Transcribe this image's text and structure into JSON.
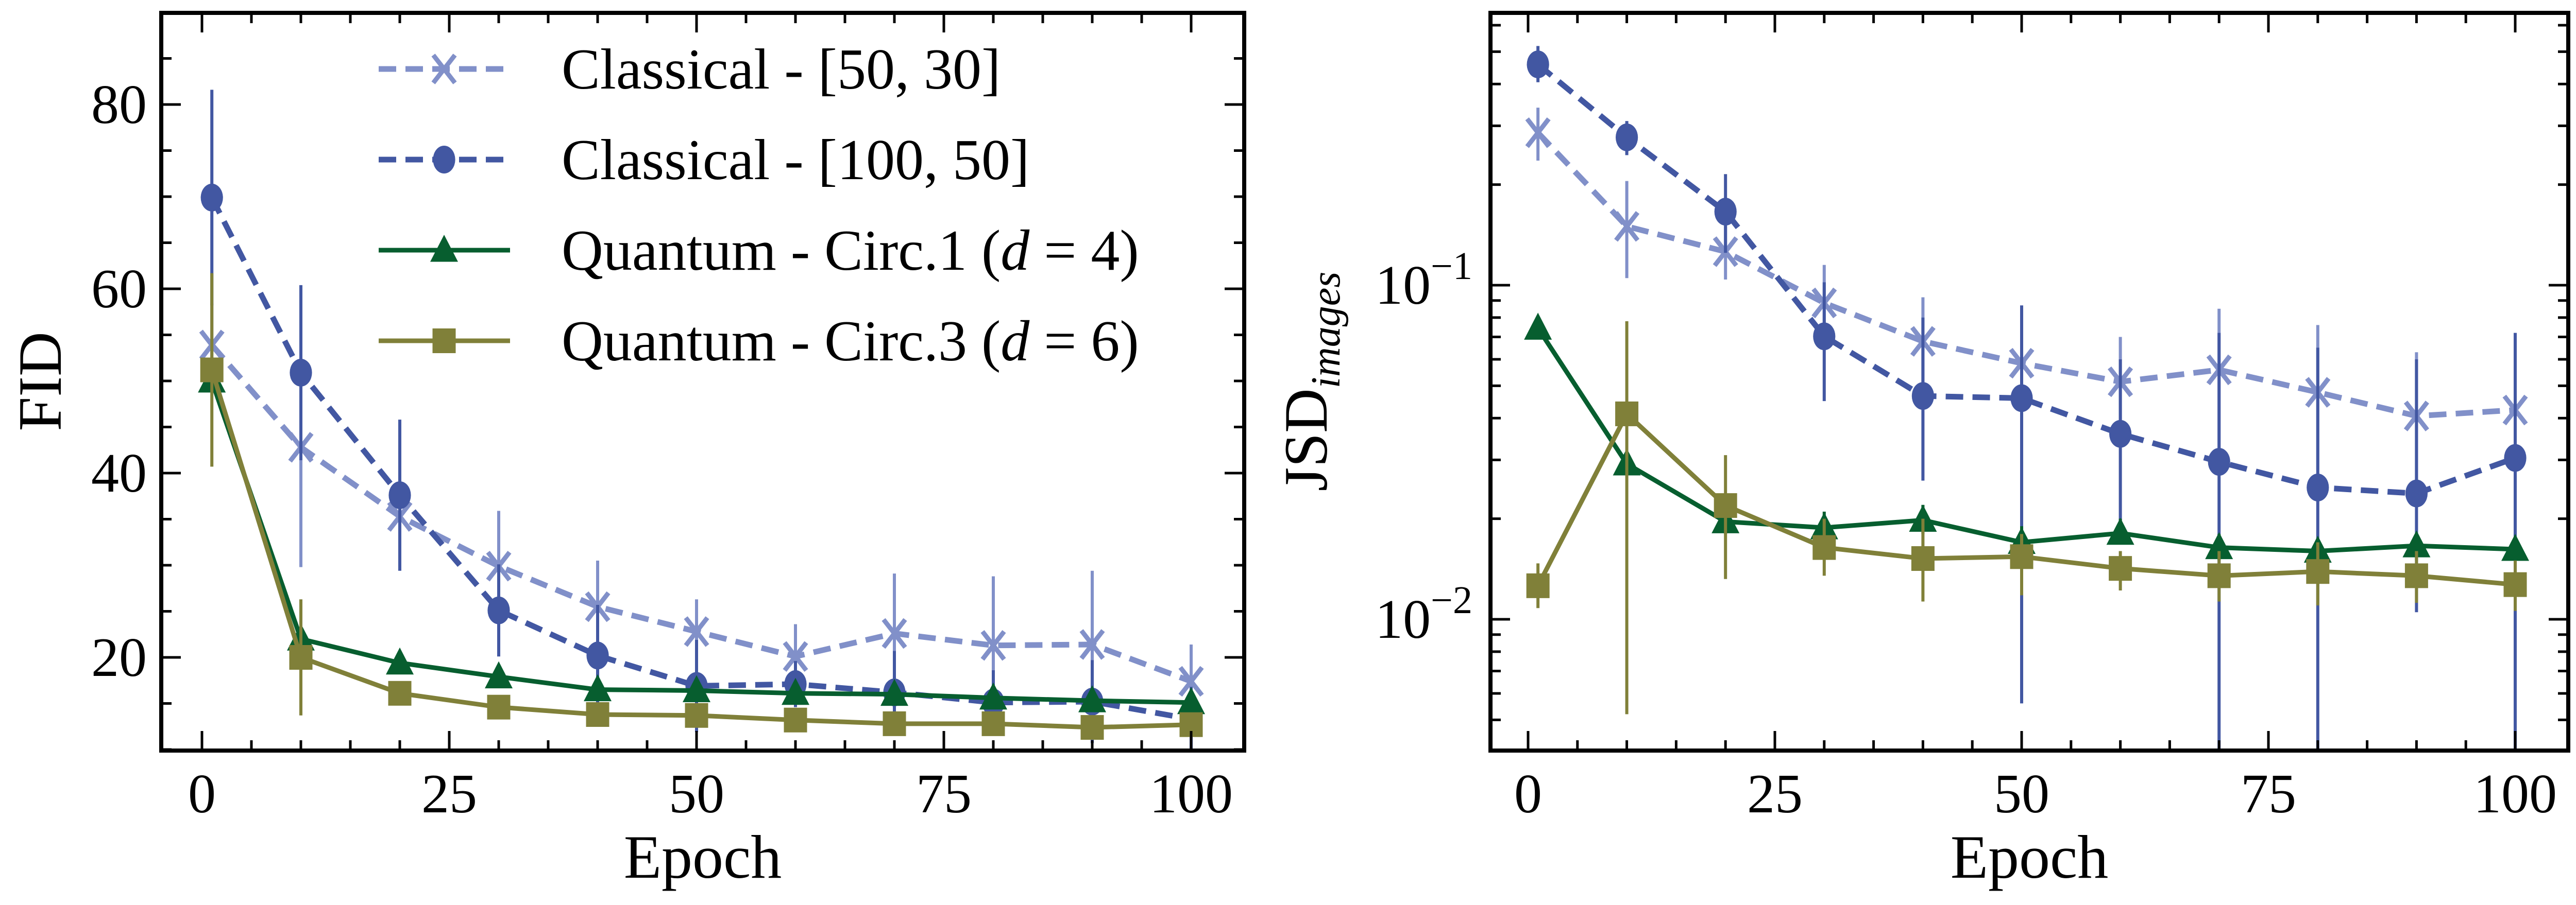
{
  "figure": {
    "left_panel": {
      "ylabel": "FID",
      "xlabel": "Epoch"
    },
    "right_panel": {
      "ylabel_main": "JSD",
      "ylabel_sub": "images",
      "xlabel": "Epoch"
    }
  },
  "legend": [
    {
      "label_prefix": "Classical - [50, 30]",
      "label_italic": "",
      "label_suffix": "",
      "color": "#8190C9",
      "dashed": true,
      "marker": "x"
    },
    {
      "label_prefix": "Classical - [100, 50]",
      "label_italic": "",
      "label_suffix": "",
      "color": "#4257A2",
      "dashed": true,
      "marker": "circle"
    },
    {
      "label_prefix": "Quantum - Circ.1 (",
      "label_italic": "d",
      "label_suffix": " = 4)",
      "color": "#075E2F",
      "dashed": false,
      "marker": "triangle"
    },
    {
      "label_prefix": "Quantum - Circ.3 (",
      "label_italic": "d",
      "label_suffix": " = 6)",
      "color": "#808039",
      "dashed": false,
      "marker": "square"
    }
  ],
  "chart_data": [
    {
      "type": "line",
      "title": "",
      "xlabel": "Epoch",
      "ylabel": "FID",
      "yscale": "linear",
      "xlim": [
        -4,
        105
      ],
      "ylim": [
        10,
        90
      ],
      "xticks": [
        0,
        25,
        50,
        75,
        100
      ],
      "yticks": [
        20,
        40,
        60,
        80
      ],
      "grid": false,
      "legend_position": "upper right",
      "x": [
        1,
        10,
        20,
        30,
        40,
        50,
        60,
        70,
        80,
        90,
        100
      ],
      "series": [
        {
          "name": "Classical - [50, 30]",
          "color": "#8190C9",
          "linestyle": "dashed",
          "marker": "x",
          "values": [
            53.9,
            42.8,
            35.3,
            29.9,
            25.5,
            22.8,
            20.1,
            22.6,
            21.3,
            21.4,
            17.4
          ],
          "err": [
            4.5,
            13.0,
            5.5,
            6.0,
            5.0,
            3.5,
            3.5,
            6.5,
            7.5,
            8.0,
            4.0
          ]
        },
        {
          "name": "Classical - [100, 50]",
          "color": "#4257A2",
          "linestyle": "dashed",
          "marker": "circle",
          "values": [
            69.9,
            50.9,
            37.6,
            25.1,
            20.2,
            16.9,
            17.1,
            16.2,
            15.1,
            15.2,
            13.3
          ],
          "err": [
            11.7,
            9.5,
            8.2,
            5.0,
            5.5,
            5.0,
            2.5,
            4.5,
            3.5,
            4.5,
            3.5
          ]
        },
        {
          "name": "Quantum - Circ.1 (d = 4)",
          "color": "#075E2F",
          "linestyle": "solid",
          "marker": "triangle",
          "values": [
            50.0,
            22.0,
            19.4,
            17.9,
            16.5,
            16.4,
            16.1,
            16.0,
            15.6,
            15.3,
            15.1
          ],
          "err": [
            1.0,
            1.0,
            0.8,
            0.8,
            0.8,
            0.8,
            0.8,
            0.8,
            0.8,
            0.8,
            0.8
          ]
        },
        {
          "name": "Quantum - Circ.3 (d = 6)",
          "color": "#808039",
          "linestyle": "solid",
          "marker": "square",
          "values": [
            51.2,
            20.0,
            16.1,
            14.6,
            13.8,
            13.7,
            13.2,
            12.8,
            12.8,
            12.4,
            12.7
          ],
          "err": [
            10.5,
            6.3,
            0.8,
            0.8,
            0.8,
            0.8,
            0.8,
            0.8,
            0.8,
            0.8,
            0.8
          ]
        }
      ]
    },
    {
      "type": "line",
      "title": "",
      "xlabel": "Epoch",
      "ylabel": "JSD_images",
      "yscale": "log",
      "xlim": [
        -4,
        105
      ],
      "ylim": [
        0.0041,
        0.65
      ],
      "xticks": [
        0,
        25,
        50,
        75,
        100
      ],
      "yticks": [
        0.01,
        0.1
      ],
      "ytick_labels": [
        "10^-2",
        "10^-1"
      ],
      "grid": false,
      "x": [
        1,
        10,
        20,
        30,
        40,
        50,
        60,
        70,
        80,
        90,
        100
      ],
      "series": [
        {
          "name": "Classical - [50, 30]",
          "color": "#8190C9",
          "linestyle": "dashed",
          "marker": "x",
          "values": [
            0.286,
            0.15,
            0.126,
            0.0885,
            0.0679,
            0.0584,
            0.0514,
            0.0558,
            0.0478,
            0.0406,
            0.0423
          ],
          "err_low": [
            0.236,
            0.105,
            0.104,
            0.068,
            0.051,
            0.044,
            0.037,
            0.03,
            0.028,
            0.026,
            0.029
          ],
          "err_high": [
            0.34,
            0.205,
            0.15,
            0.115,
            0.092,
            0.08,
            0.07,
            0.085,
            0.076,
            0.063,
            0.058
          ]
        },
        {
          "name": "Classical - [100, 50]",
          "color": "#4257A2",
          "linestyle": "dashed",
          "marker": "circle",
          "values": [
            0.458,
            0.277,
            0.166,
            0.0703,
            0.0466,
            0.0459,
            0.0359,
            0.0296,
            0.0248,
            0.0238,
            0.0304
          ],
          "err_low": [
            0.405,
            0.245,
            0.125,
            0.045,
            0.026,
            0.0056,
            0.018,
            0.0041,
            0.0041,
            0.0105,
            0.0041
          ],
          "err_high": [
            0.52,
            0.31,
            0.215,
            0.102,
            0.08,
            0.087,
            0.06,
            0.072,
            0.065,
            0.06,
            0.072
          ]
        },
        {
          "name": "Quantum - Circ.1 (d = 4)",
          "color": "#075E2F",
          "linestyle": "solid",
          "marker": "triangle",
          "values": [
            0.0744,
            0.0292,
            0.0196,
            0.0188,
            0.0198,
            0.017,
            0.0181,
            0.0164,
            0.016,
            0.0166,
            0.0162
          ],
          "err_low": [
            0.072,
            0.027,
            0.018,
            0.017,
            0.018,
            0.016,
            0.017,
            0.015,
            0.015,
            0.015,
            0.015
          ],
          "err_high": [
            0.077,
            0.031,
            0.021,
            0.021,
            0.022,
            0.019,
            0.02,
            0.018,
            0.017,
            0.018,
            0.017
          ]
        },
        {
          "name": "Quantum - Circ.3 (d = 6)",
          "color": "#808039",
          "linestyle": "solid",
          "marker": "square",
          "values": [
            0.0126,
            0.0412,
            0.0219,
            0.0164,
            0.0152,
            0.0154,
            0.0142,
            0.0135,
            0.0139,
            0.0135,
            0.0127
          ],
          "err_low": [
            0.0108,
            0.0052,
            0.0132,
            0.0135,
            0.0113,
            0.0118,
            0.0122,
            0.0113,
            0.011,
            0.0112,
            0.0106
          ],
          "err_high": [
            0.0147,
            0.078,
            0.031,
            0.02,
            0.02,
            0.018,
            0.016,
            0.016,
            0.017,
            0.016,
            0.015
          ]
        }
      ]
    }
  ]
}
